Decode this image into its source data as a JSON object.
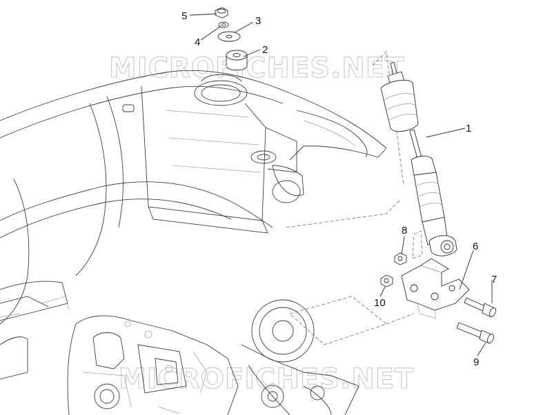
{
  "watermark": {
    "text": "MICROFICHES.NET"
  },
  "callouts": [
    {
      "id": "1",
      "label": "1"
    },
    {
      "id": "2",
      "label": "2"
    },
    {
      "id": "3",
      "label": "3"
    },
    {
      "id": "4",
      "label": "4"
    },
    {
      "id": "5",
      "label": "5"
    },
    {
      "id": "6",
      "label": "6"
    },
    {
      "id": "7",
      "label": "7"
    },
    {
      "id": "8",
      "label": "8"
    },
    {
      "id": "9",
      "label": "9"
    },
    {
      "id": "10",
      "label": "10"
    }
  ]
}
